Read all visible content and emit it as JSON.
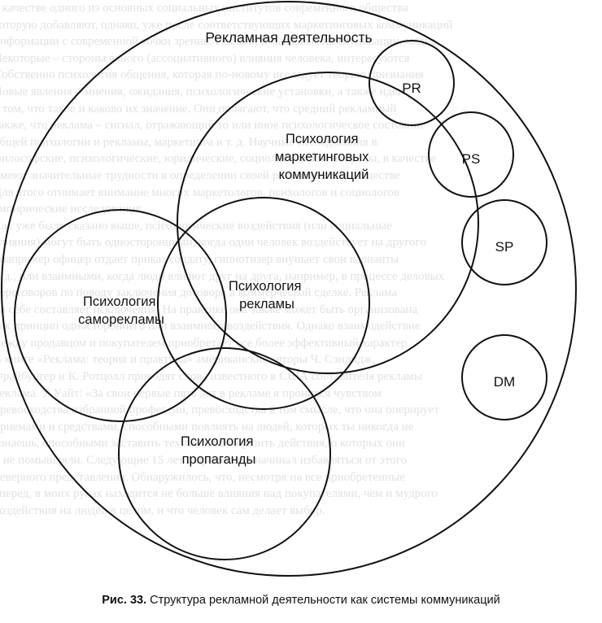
{
  "diagram": {
    "outer_label": "Рекламная деятельность",
    "marketing_label": [
      "Психология",
      "маркетинговых",
      "коммуникаций"
    ],
    "pr_label": "PR",
    "ps_label": "PS",
    "sp_label": "SP",
    "dm_label": "DM",
    "advertising_label": [
      "Психология",
      "рекламы"
    ],
    "selfpromo_label": [
      "Психология",
      "саморекламы"
    ],
    "propaganda_label": [
      "Психология",
      "пропаганды"
    ]
  },
  "caption": {
    "figure": "Рис. 33.",
    "text": "Структура рекламной деятельности как системы коммуникаций"
  }
}
